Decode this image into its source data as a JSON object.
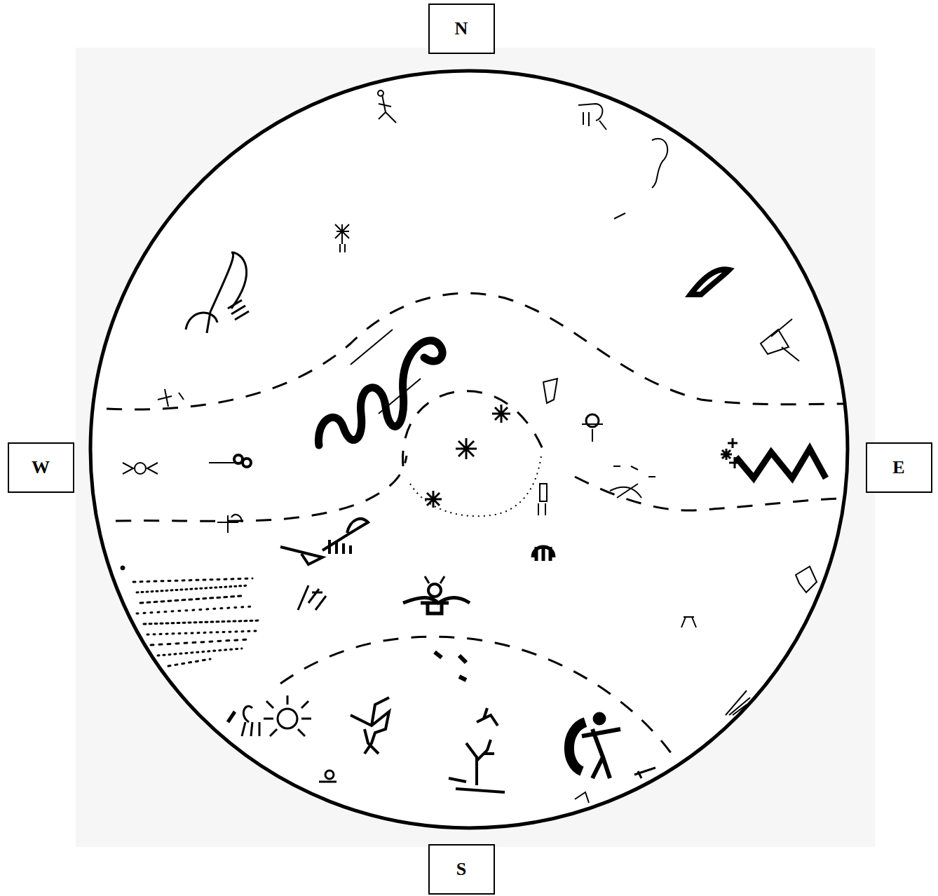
{
  "diagram": {
    "nodes": [
      {
        "text": [
          "N"
        ]
      },
      {
        "text": [
          "W"
        ]
      },
      {
        "text": [
          "E"
        ]
      },
      {
        "text": [
          "S"
        ]
      }
    ]
  }
}
